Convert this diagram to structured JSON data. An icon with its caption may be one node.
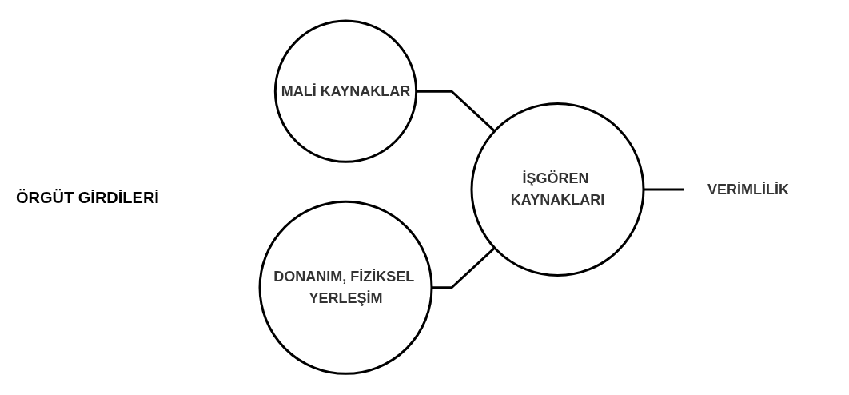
{
  "diagram": {
    "nodes": [
      {
        "text": [
          "MALİ KAYNAKLAR"
        ]
      },
      {
        "text": [
          "İŞGÖREN KAYNAKLARI"
        ]
      },
      {
        "text": [
          "DONANIM, FİZİKSEL YERLEŞİM"
        ]
      },
      {
        "text": [
          "VERİMLİLİK"
        ]
      }
    ],
    "edges": [
      {
        "from": 0,
        "to": 1,
        "arrow": "none"
      },
      {
        "from": 2,
        "to": 1,
        "arrow": "none"
      },
      {
        "from": 1,
        "to": 3,
        "arrow": "none"
      }
    ],
    "labels": [
      "ÖRGÜT GİRDİLERİ"
    ]
  }
}
